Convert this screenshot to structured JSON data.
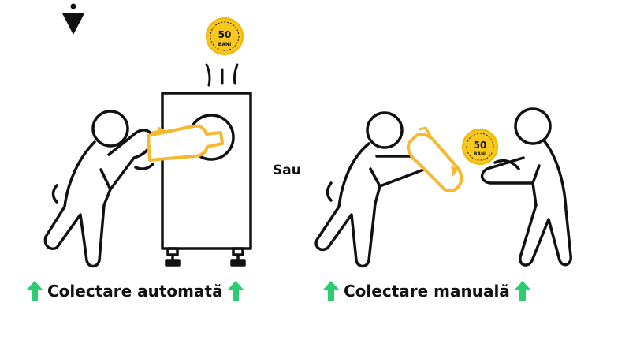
{
  "colors": {
    "accent_green": "#2ecc71",
    "coin_yellow": "#f7c81e",
    "bottle_yellow": "#f5b82e",
    "ink": "#111111"
  },
  "coin": {
    "value": "50",
    "unit": "BANI"
  },
  "separator": "Sau",
  "captions": {
    "automatic": "Colectare automată",
    "manual": "Colectare manuală"
  },
  "icons": {
    "top_left": "drop-down-arrow-icon",
    "caption_arrow": "green-up-arrow-icon"
  }
}
